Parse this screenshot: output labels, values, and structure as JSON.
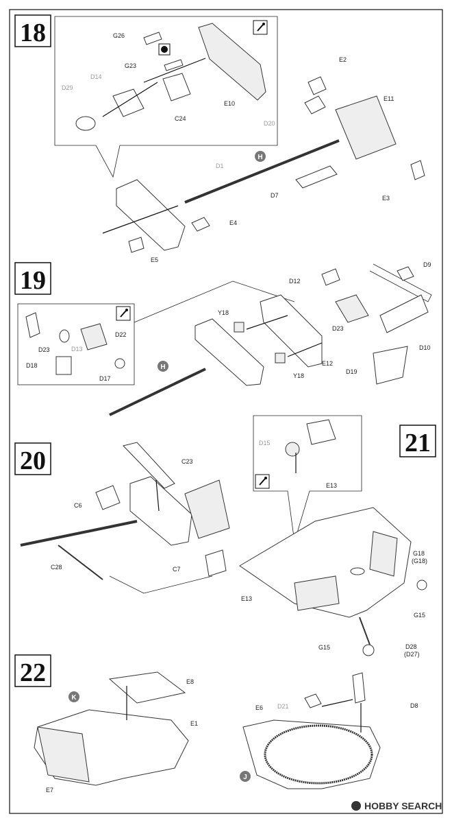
{
  "steps": {
    "s18": "18",
    "s19": "19",
    "s20": "20",
    "s21": "21",
    "s22": "22"
  },
  "markers": {
    "H1": "H",
    "H2": "H",
    "K": "K",
    "J": "J"
  },
  "labels": {
    "G26": "G26",
    "G23": "G23",
    "D14": "D14",
    "D29": "D29",
    "C24": "C24",
    "E10": "E10",
    "E2": "E2",
    "E11": "E11",
    "D20": "D20",
    "D1": "D1",
    "D7": "D7",
    "E3": "E3",
    "E4": "E4",
    "E5": "E5",
    "D12": "D12",
    "D9": "D9",
    "Y18a": "Y18",
    "D23a": "D23",
    "D10": "D10",
    "D22": "D22",
    "D23b": "D23",
    "D13": "D13",
    "D18": "D18",
    "D17": "D17",
    "Y18b": "Y18",
    "E12": "E12",
    "D19": "D19",
    "C23": "C23",
    "C6": "C6",
    "C28": "C28",
    "C7": "C7",
    "D15": "D15",
    "E13a": "E13",
    "G18": "G18",
    "G18p": "(G18)",
    "E13b": "E13",
    "G15a": "G15",
    "G15b": "G15",
    "D28": "D28",
    "D27p": "(D27)",
    "E8": "E8",
    "E1": "E1",
    "E7": "E7",
    "D21": "D21",
    "D8": "D8",
    "E6": "E6"
  },
  "watermark": "HOBBY SEARCH",
  "colors": {
    "ink": "#222222",
    "marker": "#777777",
    "paper": "#ffffff"
  }
}
